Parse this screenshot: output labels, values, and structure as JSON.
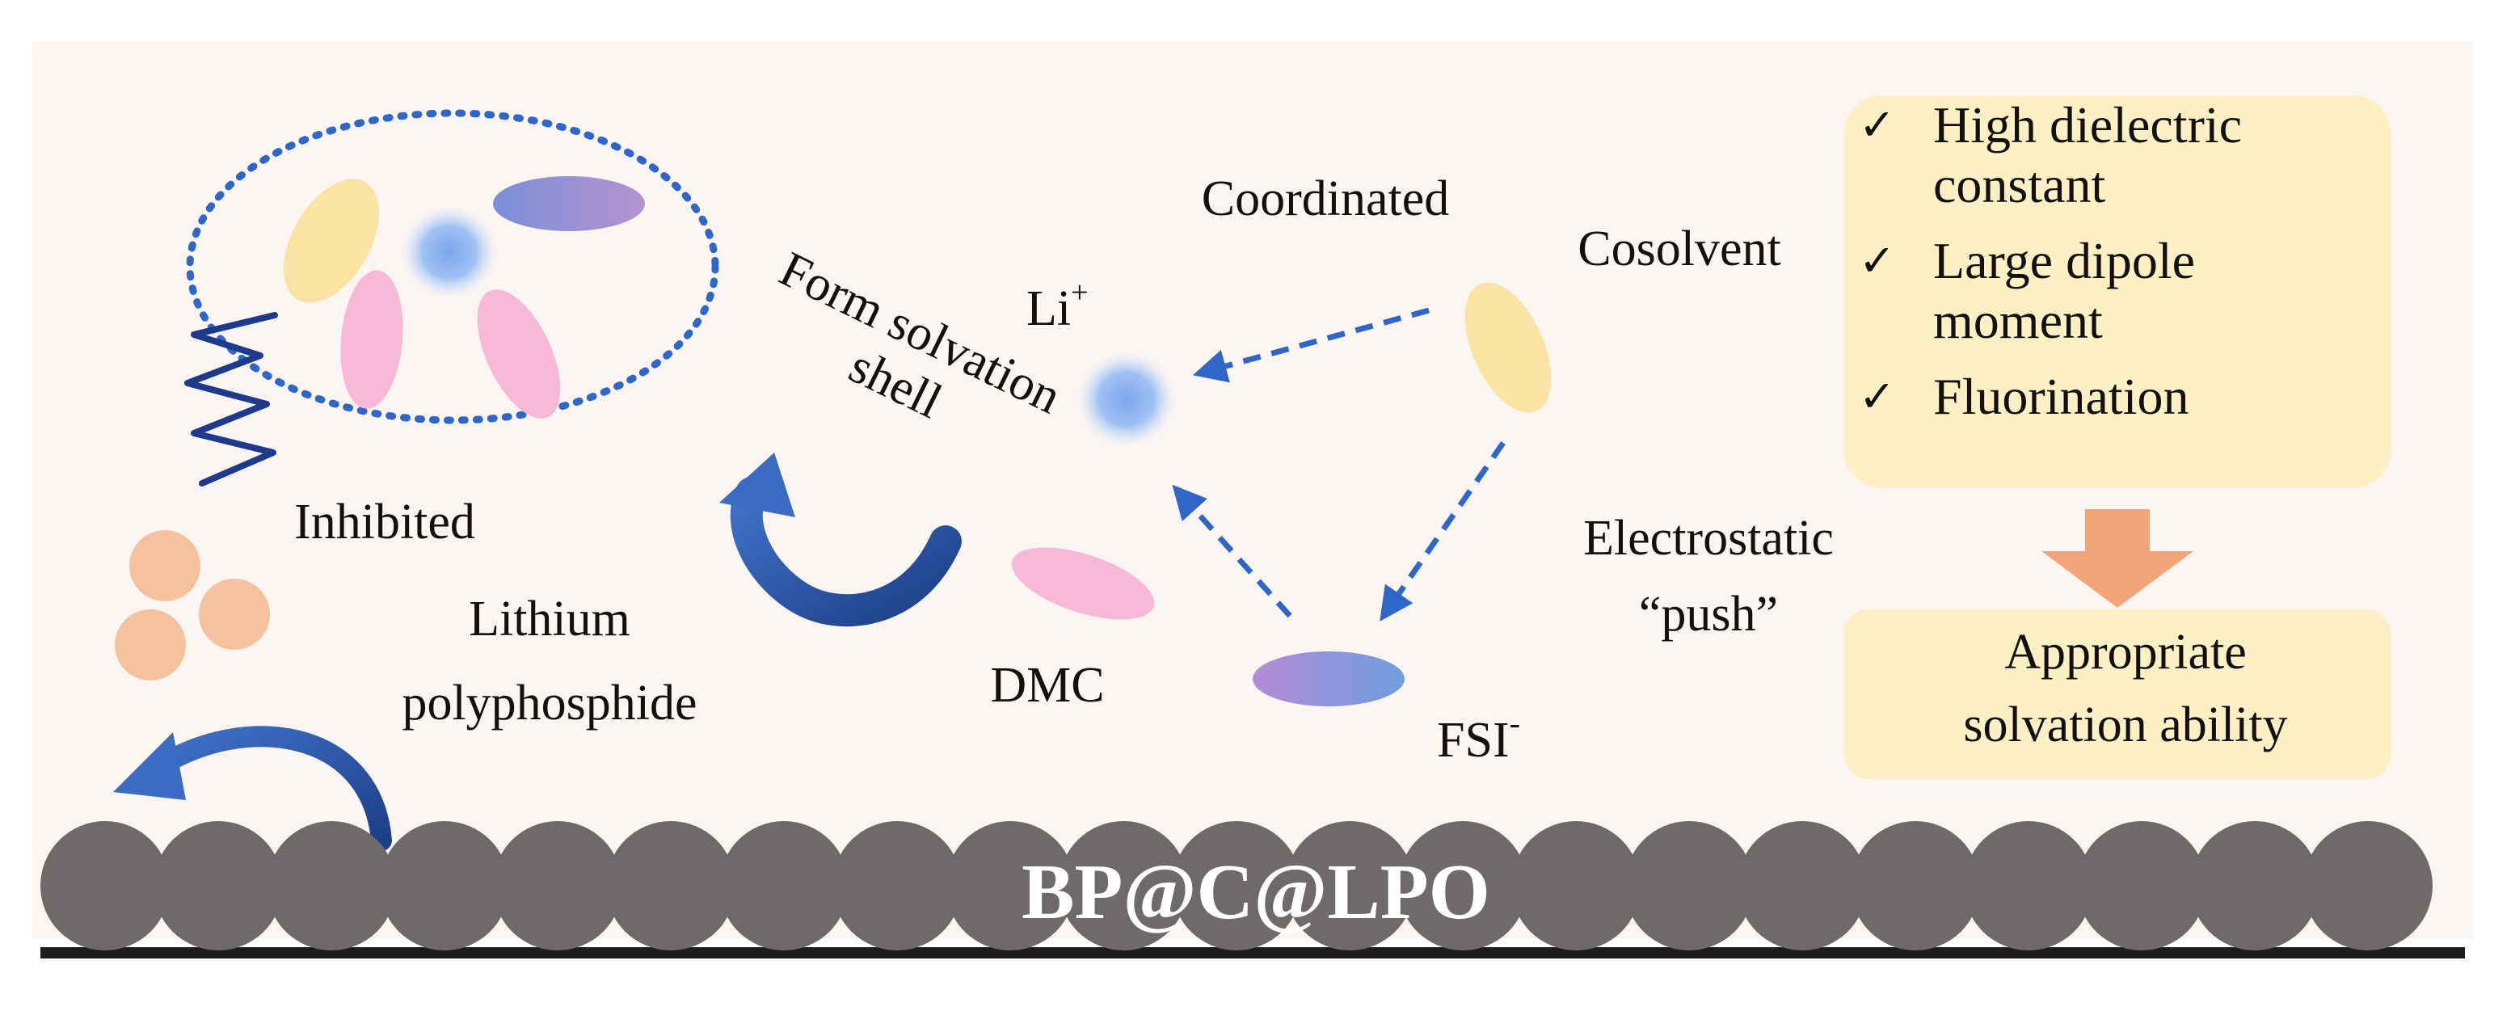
{
  "labels": {
    "li_base": "Li",
    "li_sup": "+",
    "coordinated": "Coordinated",
    "cosolvent": "Cosolvent",
    "form_line1": "Form solvation",
    "form_line2": "shell",
    "inhibited": "Inhibited",
    "lithium": "Lithium",
    "polyphosphide": "polyphosphide",
    "dmc": "DMC",
    "fsi_base": "FSI",
    "fsi_sup": "-",
    "electrostatic": "Electrostatic",
    "push": "“push”",
    "electrode": "BP@C@LPO"
  },
  "properties": {
    "items": [
      {
        "check": "✓",
        "line1": "High dielectric",
        "line2": "constant"
      },
      {
        "check": "✓",
        "line1": "Large dipole",
        "line2": "moment"
      },
      {
        "check": "✓",
        "line1": "Fluorination",
        "line2": ""
      }
    ]
  },
  "result": {
    "line1": "Appropriate",
    "line2": "solvation ability"
  },
  "colors": {
    "background_panel": "#fcf6f2",
    "box_fill": "#fdf0c4",
    "dashed_blue": "#2f66c9",
    "curved_arrow": "#2b56a6",
    "down_arrow": "#f3a57a",
    "electrode": "#6e6a69",
    "li_ion": "#8fb3ee",
    "cosolvent": "#fbe3a4",
    "dmc": "#f8b8d8",
    "fsi_start": "#b48bd6",
    "fsi_end": "#6f9ee0",
    "polyphosphide": "#f6c29e"
  }
}
